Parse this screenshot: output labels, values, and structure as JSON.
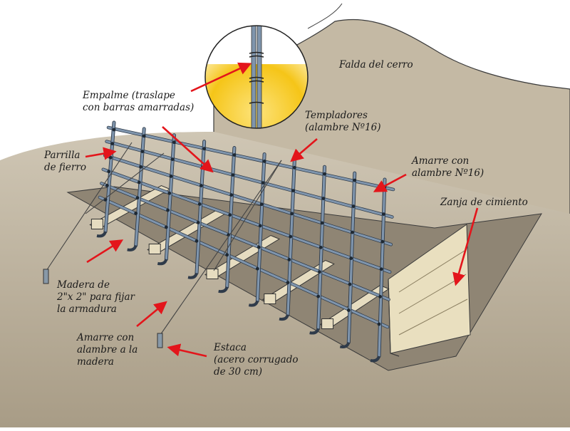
{
  "labels": {
    "falda": {
      "lines": [
        "Falda del cerro"
      ]
    },
    "empalme": {
      "lines": [
        "Empalme (traslape",
        "con barras amarradas)"
      ]
    },
    "templadores": {
      "lines": [
        "Templadores",
        "(alambre Nº16)"
      ]
    },
    "parrilla": {
      "lines": [
        "Parrilla",
        "de fierro"
      ]
    },
    "amarre_alambre": {
      "lines": [
        "Amarre con",
        "alambre Nº16)"
      ]
    },
    "zanja": {
      "lines": [
        "Zanja de cimiento"
      ]
    },
    "madera": {
      "lines": [
        "Madera de",
        "2\"x 2\" para fijar",
        "la armadura"
      ]
    },
    "amarre_madera": {
      "lines": [
        "Amarre con",
        "alambre a la",
        "madera"
      ]
    },
    "estaca": {
      "lines": [
        "Estaca",
        "(acero corrugado",
        "de 30 cm)"
      ]
    }
  },
  "colors": {
    "arrow": "#e3151b",
    "soil": "#b8ad9a",
    "rebar": "#7f95ad",
    "wood": "#e6dcc0",
    "inset_glow": "#f5c518"
  },
  "grid": {
    "vertical_bars": 10,
    "horizontal_bars": 6
  }
}
